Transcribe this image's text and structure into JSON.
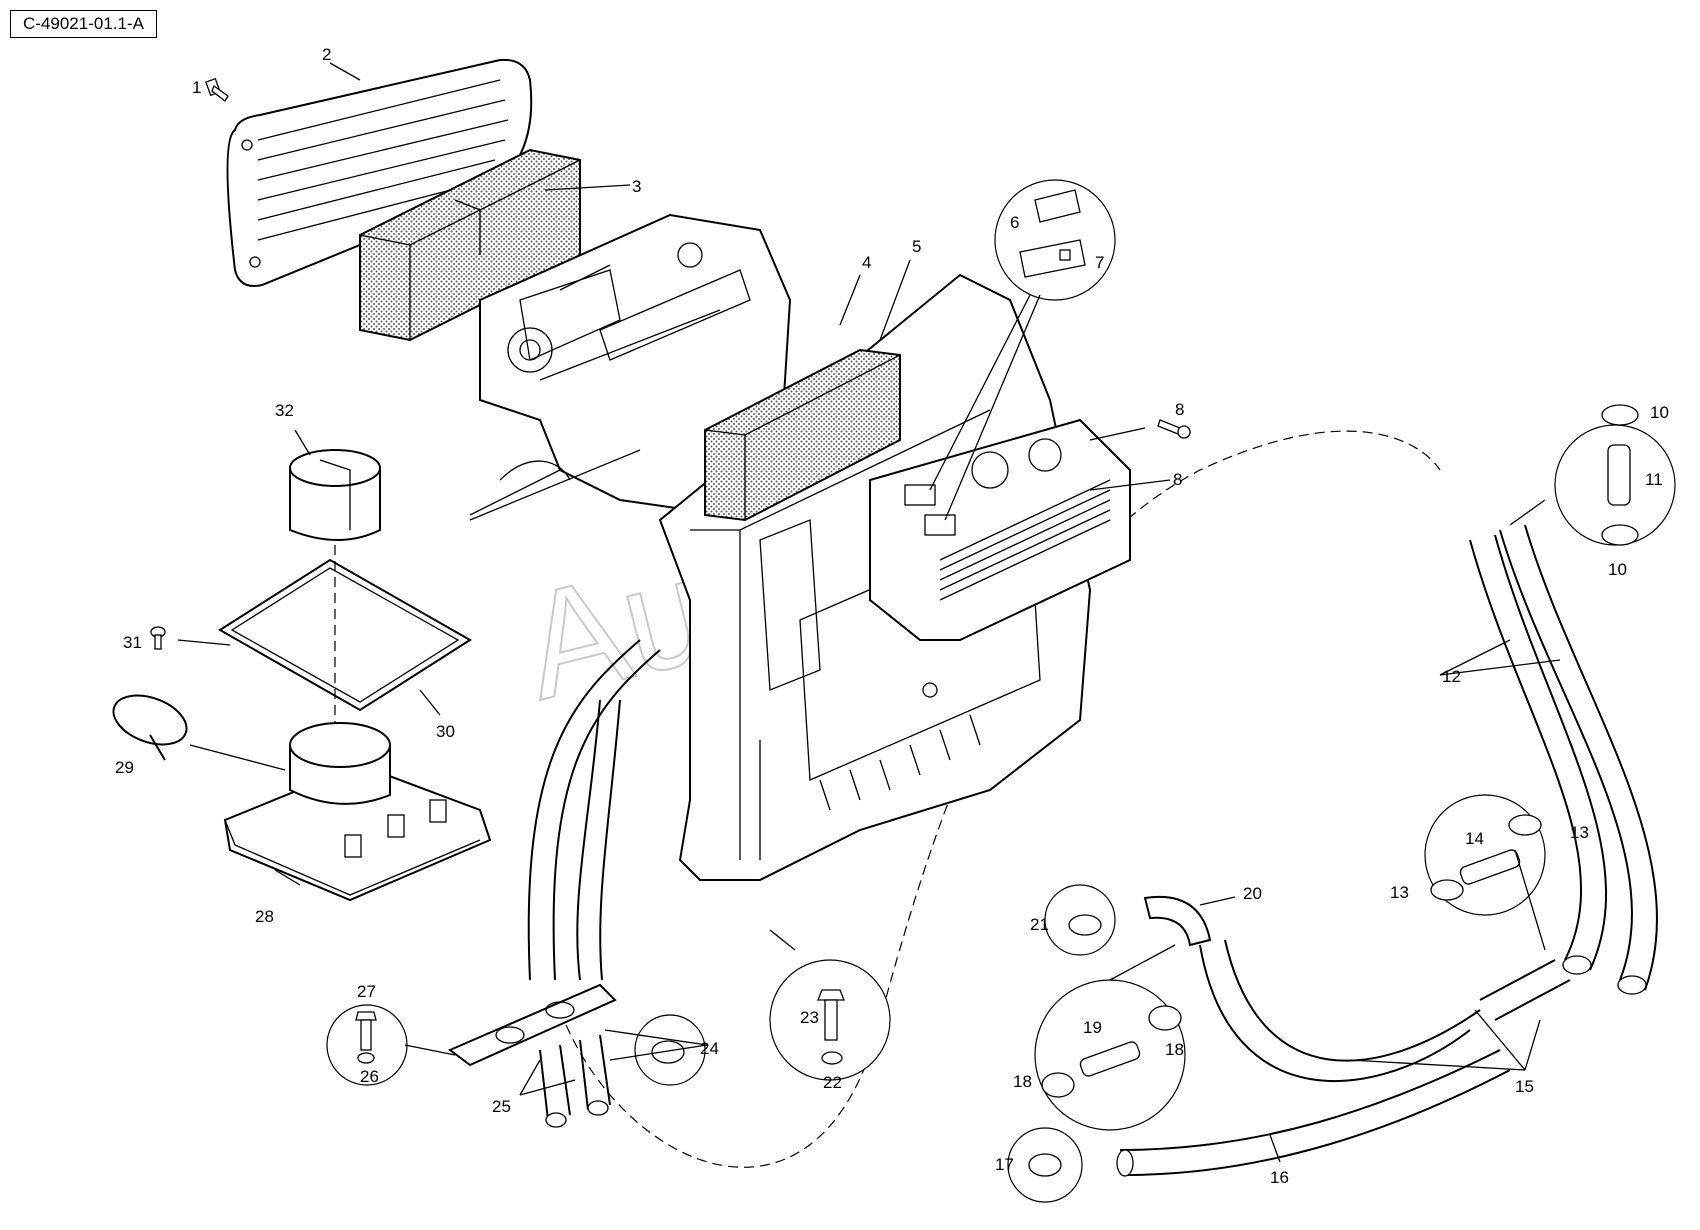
{
  "drawing_id": "C-49021-01.1-A",
  "watermark": "AutoSoft",
  "callouts": [
    {
      "id": "c1",
      "label": "1"
    },
    {
      "id": "c2",
      "label": "2"
    },
    {
      "id": "c3",
      "label": "3"
    },
    {
      "id": "c4",
      "label": "4"
    },
    {
      "id": "c5",
      "label": "5"
    },
    {
      "id": "c6",
      "label": "6"
    },
    {
      "id": "c7",
      "label": "7"
    },
    {
      "id": "c8a",
      "label": "8"
    },
    {
      "id": "c8b",
      "label": "8"
    },
    {
      "id": "c10a",
      "label": "10"
    },
    {
      "id": "c10b",
      "label": "10"
    },
    {
      "id": "c11",
      "label": "11"
    },
    {
      "id": "c12",
      "label": "12"
    },
    {
      "id": "c13a",
      "label": "13"
    },
    {
      "id": "c13b",
      "label": "13"
    },
    {
      "id": "c14",
      "label": "14"
    },
    {
      "id": "c15",
      "label": "15"
    },
    {
      "id": "c16",
      "label": "16"
    },
    {
      "id": "c17",
      "label": "17"
    },
    {
      "id": "c18a",
      "label": "18"
    },
    {
      "id": "c18b",
      "label": "18"
    },
    {
      "id": "c19",
      "label": "19"
    },
    {
      "id": "c20",
      "label": "20"
    },
    {
      "id": "c21",
      "label": "21"
    },
    {
      "id": "c22",
      "label": "22"
    },
    {
      "id": "c23",
      "label": "23"
    },
    {
      "id": "c24",
      "label": "24"
    },
    {
      "id": "c25",
      "label": "25"
    },
    {
      "id": "c26",
      "label": "26"
    },
    {
      "id": "c27",
      "label": "27"
    },
    {
      "id": "c28",
      "label": "28"
    },
    {
      "id": "c29",
      "label": "29"
    },
    {
      "id": "c30",
      "label": "30"
    },
    {
      "id": "c31",
      "label": "31"
    },
    {
      "id": "c32",
      "label": "32"
    }
  ]
}
